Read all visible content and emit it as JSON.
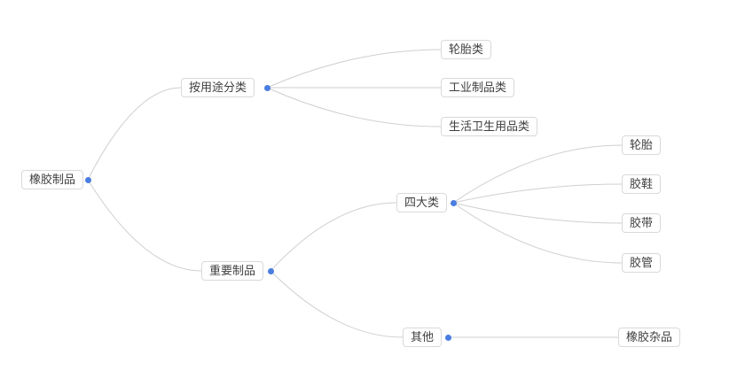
{
  "mindmap": {
    "root": {
      "label": "橡胶制品",
      "children": [
        {
          "label": "按用途分类",
          "children": [
            {
              "label": "轮胎类"
            },
            {
              "label": "工业制品类"
            },
            {
              "label": "生活卫生用品类"
            }
          ]
        },
        {
          "label": "重要制品",
          "children": [
            {
              "label": "四大类",
              "children": [
                {
                  "label": "轮胎"
                },
                {
                  "label": "胶鞋"
                },
                {
                  "label": "胶带"
                },
                {
                  "label": "胶管"
                }
              ]
            },
            {
              "label": "其他",
              "children": [
                {
                  "label": "橡胶杂品"
                }
              ]
            }
          ]
        }
      ]
    },
    "colors": {
      "background": "#ffffff",
      "connector": "#cfcfcf",
      "dot": "#4a7de0",
      "node_border": "#d9d9d9",
      "text": "#3f3f3f"
    }
  }
}
